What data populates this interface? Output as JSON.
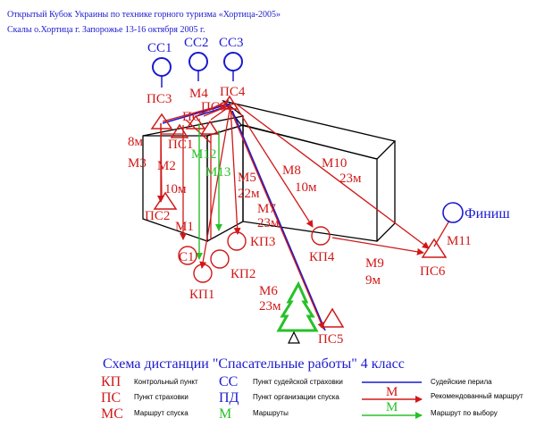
{
  "header": {
    "line1": "Открытый Кубок Украины по технике горного туризма «Хортица-2005»",
    "line2": "Скалы о.Хортица г. Запорожье 13-16 октября 2005 г."
  },
  "nodes": {
    "ss1": "СС1",
    "ss2": "СС2",
    "ss3": "СС3",
    "ps3": "ПС3",
    "m4": "М4",
    "ps4": "ПС4",
    "ps8": "ПС8",
    "ps": "ПС",
    "ps1": "ПС1",
    "m3": "М3",
    "m2": "М2",
    "m1": "М1",
    "ps2": "ПС2",
    "m12": "М12",
    "m13": "М13",
    "m5": "М5",
    "m8": "М8",
    "m10": "М10",
    "m7": "М7",
    "m6": "М6",
    "m9": "М9",
    "m11": "М11",
    "c1": "С1",
    "kp1": "КП1",
    "kp2": "КП2",
    "kp3": "КП3",
    "kp4": "КП4",
    "ps5": "ПС5",
    "ps6": "ПС6",
    "finish": "Финиш"
  },
  "lengths": {
    "m3": "8м",
    "m2": "10м",
    "m5": "22м",
    "m8": "10м",
    "m10": "23м",
    "m7": "23м",
    "m6": "23м",
    "m9": "9м"
  },
  "legend": {
    "title": "Схема дистанции \"Спасательные работы\" 4 класс",
    "kp_abbr": "КП",
    "kp_text": "Контрольный пункт",
    "ps_abbr": "ПС",
    "ps_text": "Пункт страховки",
    "ms_abbr": "МС",
    "ms_text": "Маршрут спуска",
    "ss_abbr": "СС",
    "ss_text": "Пункт судейской страховки",
    "pd_abbr": "ПД",
    "pd_text": "Пункт организации спуска",
    "m_abbr": "М",
    "m_text": "Маршруты",
    "judge_rope": "Судейские перила",
    "rec_label": "М",
    "rec_text": "Рекомендованный маршрут",
    "opt_label": "М",
    "opt_text": "Маршрут по выбору"
  },
  "colors": {
    "red": "#d01818",
    "blue": "#1a1ad0",
    "green": "#28c028"
  }
}
